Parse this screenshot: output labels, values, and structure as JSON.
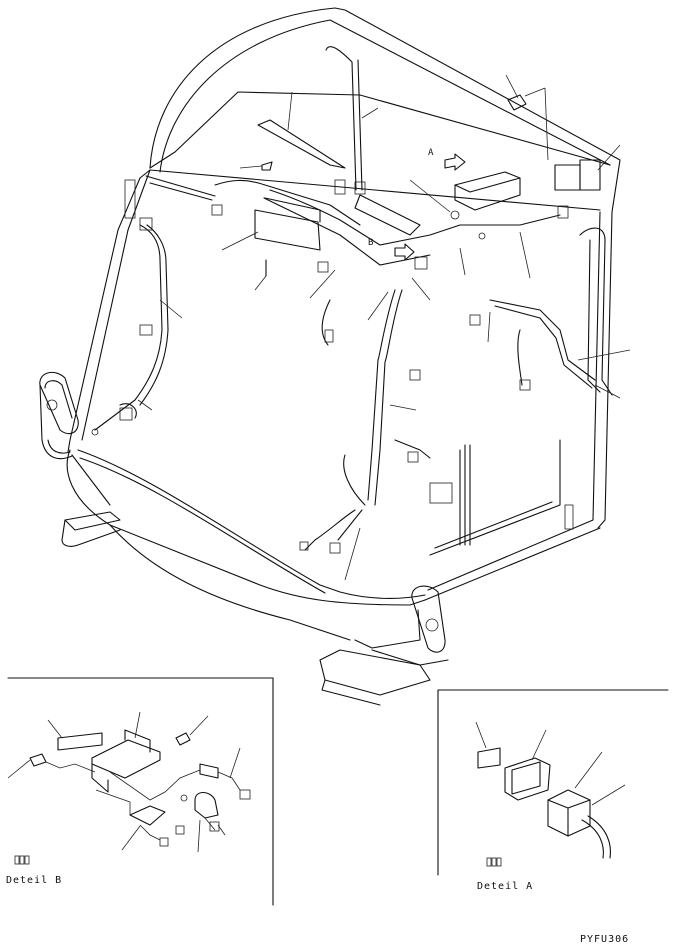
{
  "main": {
    "label_a": "A",
    "label_b": "B"
  },
  "detail_b": {
    "caption": "Deteil B"
  },
  "detail_a": {
    "caption": "Deteil A"
  },
  "footer": {
    "code": "PYFU306"
  }
}
